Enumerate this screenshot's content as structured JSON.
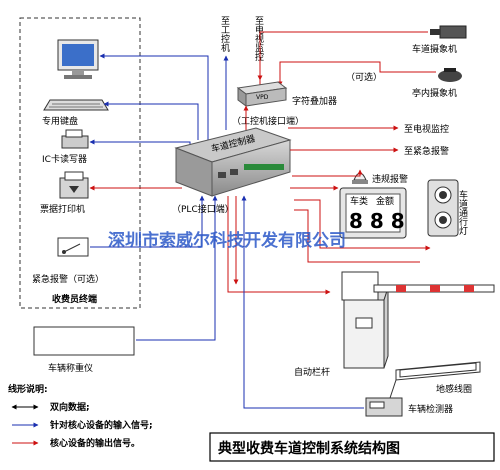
{
  "title": "典型收费车道控制系统结构图",
  "watermark": "深圳市索威尔科技开发有限公司",
  "colors": {
    "blue": "#1a2fb0",
    "red": "#cc1111",
    "black": "#000000"
  },
  "terminal": {
    "label": "收费员终端",
    "devices": [
      "专用键盘",
      "IC卡读写器",
      "票据打印机",
      "紧急报警（可选）"
    ]
  },
  "scale": {
    "label": "车辆称重仪"
  },
  "controller": {
    "label": "车道控制器",
    "ipc_port": "（工控机接口端）",
    "plc_port": "（PLC接口端）"
  },
  "vertical_labels": {
    "ipc": "至工控机",
    "monitor_control": "至电视监控"
  },
  "cameras": {
    "lane": "车道摄象机",
    "optional": "（可选）",
    "booth": "亭内摄象机"
  },
  "overlay": {
    "label": "字符叠加器",
    "device_text": "VPD"
  },
  "outputs": {
    "tv_monitor": "至电视监控",
    "emergency_alarm": "至紧急报警"
  },
  "display": {
    "alarm_label": "违规报警",
    "header_left": "车类",
    "header_right": "金额",
    "digits": "8 8 8"
  },
  "traffic_light": {
    "label": "车道通行灯"
  },
  "barrier": {
    "label": "自动栏杆"
  },
  "loop": {
    "label": "地感线圈"
  },
  "detector": {
    "label": "车辆检测器"
  },
  "legend": {
    "title": "线形说明:",
    "items": [
      "双向数据;",
      "针对核心设备的输入信号;",
      "核心设备的输出信号。"
    ]
  }
}
